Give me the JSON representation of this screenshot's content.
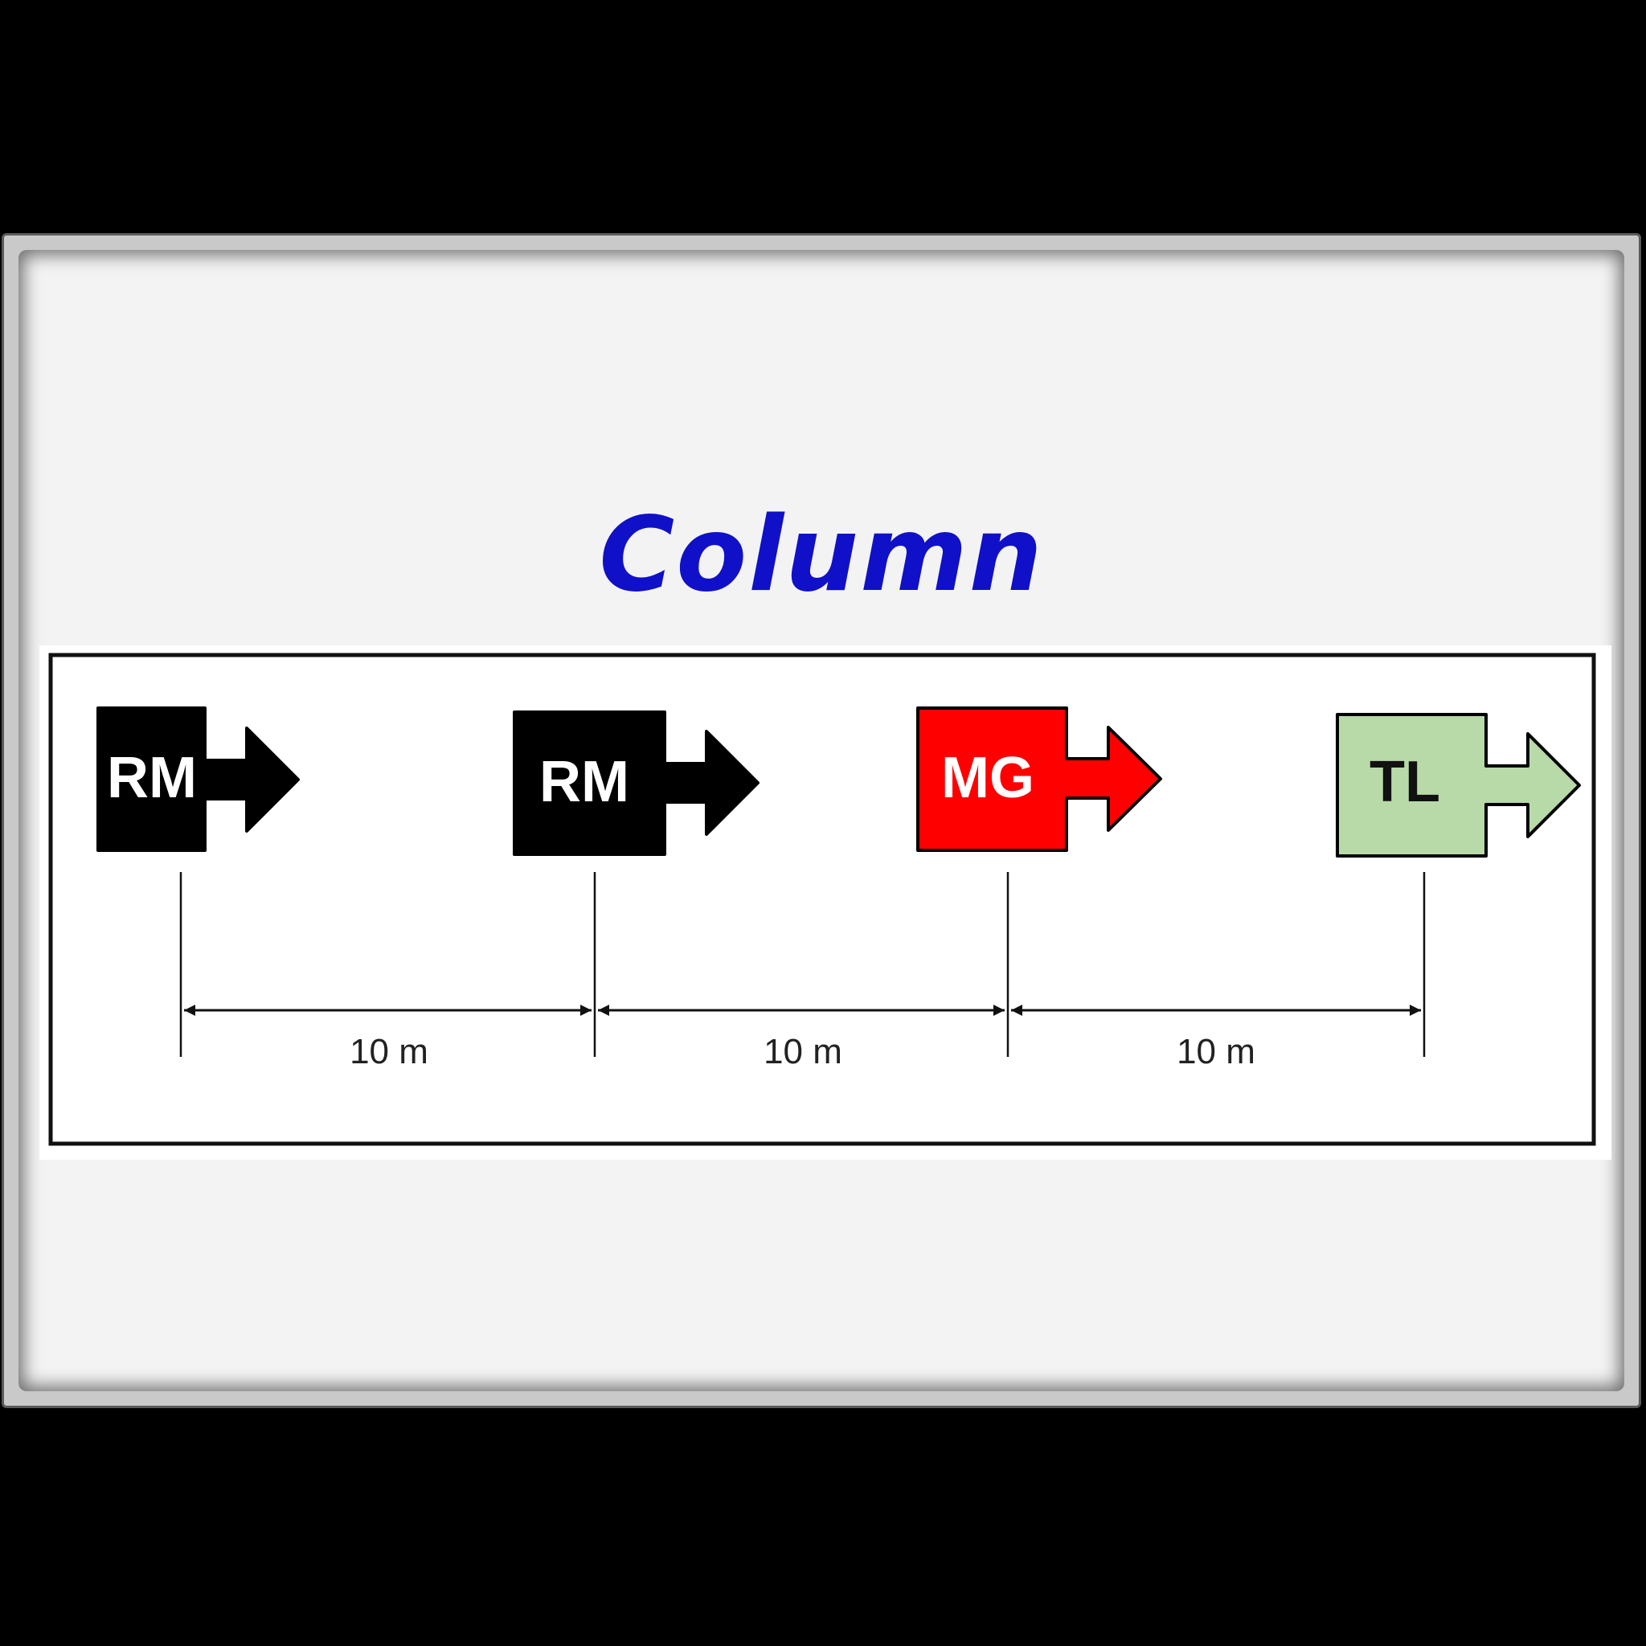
{
  "slide": {
    "title": "Column"
  },
  "diagram": {
    "units": [
      {
        "label": "RM",
        "fill": "#000000",
        "text_color": "#ffffff"
      },
      {
        "label": "RM",
        "fill": "#000000",
        "text_color": "#ffffff"
      },
      {
        "label": "MG",
        "fill": "#ff0000",
        "text_color": "#ffffff"
      },
      {
        "label": "TL",
        "fill": "#b8d9a8",
        "text_color": "#111111"
      }
    ],
    "spacings": [
      {
        "label": "10 m"
      },
      {
        "label": "10 m"
      },
      {
        "label": "10 m"
      }
    ]
  }
}
